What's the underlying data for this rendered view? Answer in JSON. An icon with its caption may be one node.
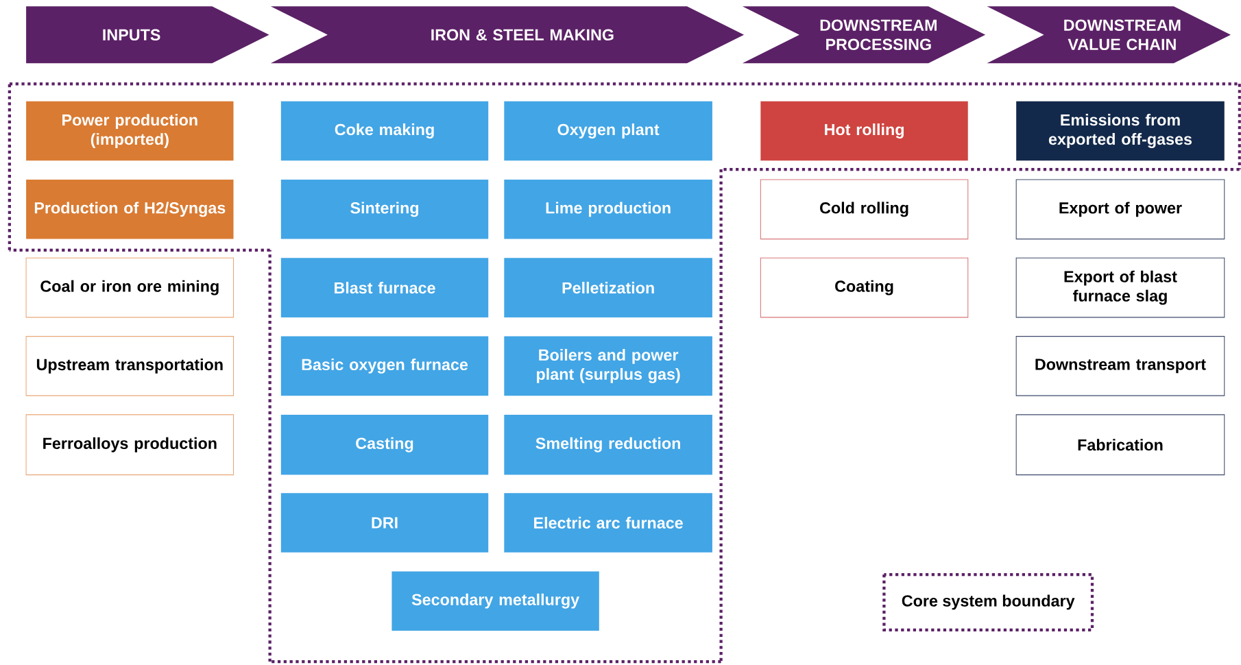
{
  "diagram": {
    "nodes": [
      {
        "text": [
          "INPUTS"
        ]
      },
      {
        "text": [
          "IRON & STEEL MAKING"
        ]
      },
      {
        "text": [
          "DOWNSTREAM PROCESSING"
        ]
      },
      {
        "text": [
          "DOWNSTREAM VALUE CHAIN"
        ]
      },
      {
        "text": [
          "Power production (imported)"
        ]
      },
      {
        "text": [
          "Production of H2/Syngas"
        ]
      },
      {
        "text": [
          "Coal or iron ore mining"
        ]
      },
      {
        "text": [
          "Upstream transportation"
        ]
      },
      {
        "text": [
          "Ferroalloys production"
        ]
      },
      {
        "text": [
          "Coke making"
        ]
      },
      {
        "text": [
          "Oxygen plant"
        ]
      },
      {
        "text": [
          "Sintering"
        ]
      },
      {
        "text": [
          "Lime production"
        ]
      },
      {
        "text": [
          "Blast furnace"
        ]
      },
      {
        "text": [
          "Pelletization"
        ]
      },
      {
        "text": [
          "Basic oxygen furnace"
        ]
      },
      {
        "text": [
          "Boilers and power plant (surplus gas)"
        ]
      },
      {
        "text": [
          "Casting"
        ]
      },
      {
        "text": [
          "Smelting reduction"
        ]
      },
      {
        "text": [
          "DRI"
        ]
      },
      {
        "text": [
          "Electric arc furnace"
        ]
      },
      {
        "text": [
          "Secondary metallurgy"
        ]
      },
      {
        "text": [
          "Hot rolling"
        ]
      },
      {
        "text": [
          "Cold rolling"
        ]
      },
      {
        "text": [
          "Coating"
        ]
      },
      {
        "text": [
          "Emissions from exported off-gases"
        ]
      },
      {
        "text": [
          "Export of power"
        ]
      },
      {
        "text": [
          "Export of blast furnace slag"
        ]
      },
      {
        "text": [
          "Downstream transport"
        ]
      },
      {
        "text": [
          "Fabrication"
        ]
      }
    ],
    "legend": [
      {
        "text": "Core system boundary"
      }
    ]
  }
}
